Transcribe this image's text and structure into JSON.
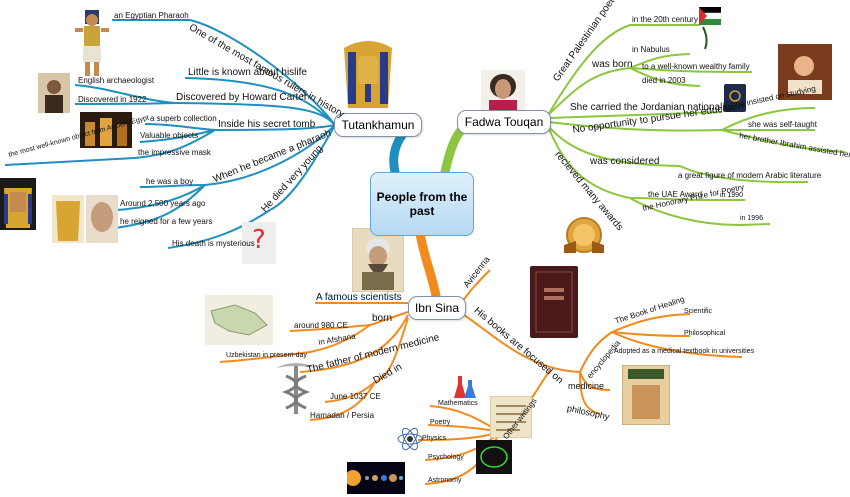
{
  "central": {
    "title": "People from the past"
  },
  "tutankhamun": {
    "title": "Tutankhamun",
    "pharaoh": "an Egyptian Pharaoh",
    "famous": "One of the most famous rulers in history",
    "little": "Little is known about hislife",
    "discovered": "Discovered by Howard Carter",
    "archaeologist": "English archaeologist",
    "year1922": "Discovered in 1922",
    "tomb": "Inside his secret tomb",
    "collection": "a superb collection",
    "valuable": "Valuable objects",
    "mask": "the impressive mask",
    "wellknown": "the most well-known object from Ancient Egypt",
    "became": "When he became a pharaoh",
    "boy": "he was a boy",
    "years": "Around 2,500 years ago",
    "reigned": "he reigned for a few years",
    "died": "He died very young",
    "mysterious": "His death is mysterious"
  },
  "fadwa": {
    "title": "Fadwa Touqan",
    "poet": "Great Palestinian poet",
    "century": "in the 20th century",
    "born": "was born",
    "nablus": "in Nabulus",
    "family": "to a well-known wealthy family",
    "died": "died in 2003",
    "nationality": "She carried the Jordanian nationality",
    "education": "No opportunity to pursue her education",
    "studying": "She insisted on studying",
    "taught": "she was self-taught",
    "brother": "her brother Ibrahim assisted her",
    "considered": "was considered",
    "figure": "a great figure of modern Arabic literature",
    "awards": "recieved many awards",
    "uae": "the UAE Award",
    "y1990": "in 1990",
    "prize": "the Honorary Prize for Poetry",
    "y1996": "in 1996"
  },
  "ibnsina": {
    "title": "Ibn Sina",
    "avicenna": "Avicenna",
    "scientist": "A famous scientists",
    "born": "born",
    "ce980": "around 980 CE",
    "afshana": "in Afshana",
    "uzbekistan": "Uzbekistan in present-day",
    "father": "The father of modern medicine",
    "diedin": "Died in",
    "june": "June 1037 CE",
    "hamadan": "Hamadan / Persia",
    "books": "His books are focused on",
    "encyclopedia": "encyclopedia",
    "healing": "The Book of Healing",
    "scientific": "Scientific",
    "philosophical": "Philosophical",
    "textbook": "Adopted as a medical textbook in universities",
    "medicine": "medicine",
    "philosophy": "philosophy",
    "other": "Other writings",
    "math": "Mathematics",
    "poetry": "Poetry",
    "physics": "Physics",
    "psychology": "Psychology",
    "astronomy": "Astronomy"
  },
  "colors": {
    "tut": "#1f8fbf",
    "fadwa": "#8cc63f",
    "ibn": "#f28a1e",
    "central": "#5fa6d6"
  }
}
